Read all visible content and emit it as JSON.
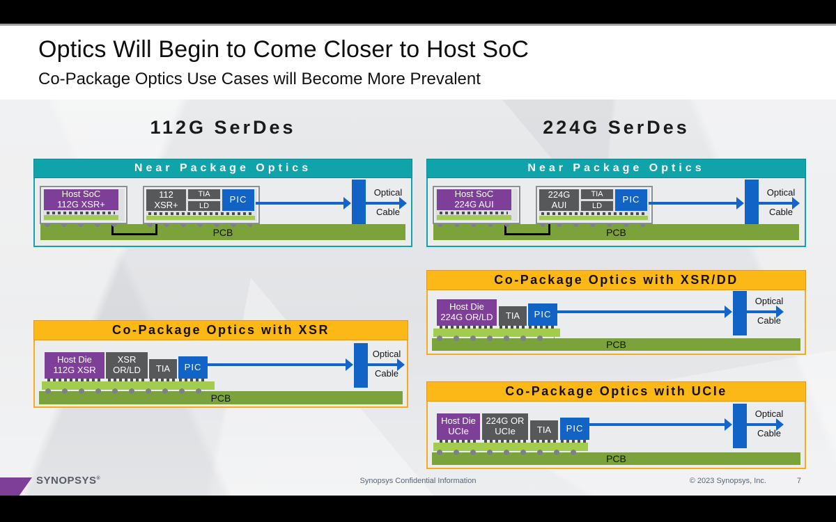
{
  "title": "Optics Will Begin to Come Closer to Host SoC",
  "subtitle": "Co-Package Optics Use Cases will Become More Prevalent",
  "columns": {
    "left": "112G SerDes",
    "right": "224G SerDes"
  },
  "common": {
    "pcb": "PCB",
    "tia": "TIA",
    "ld": "LD",
    "pic": "PIC",
    "optical1": "Optical",
    "optical2": "Cable"
  },
  "npo112": {
    "header": "Near Package Optics",
    "host1": "Host SoC",
    "host2": "112G XSR+",
    "ser1": "112",
    "ser2": "XSR+"
  },
  "npo224": {
    "header": "Near Package Optics",
    "host1": "Host SoC",
    "host2": "224G AUI",
    "ser1": "224G",
    "ser2": "AUI"
  },
  "cpoxsr": {
    "header": "Co-Package Optics with XSR",
    "host1": "Host Die",
    "host2": "112G XSR",
    "c21": "XSR",
    "c22": "OR/LD"
  },
  "cpoxsrdd": {
    "header": "Co-Package Optics with XSR/DD",
    "host1": "Host Die",
    "host2": "224G OR/LD"
  },
  "cpoucie": {
    "header": "Co-Package Optics with UCIe",
    "host1": "Host Die",
    "host2": "UCIe",
    "c21": "224G OR",
    "c22": "UCIe"
  },
  "footer": {
    "logo": "synopsys",
    "reg": "®",
    "confidential": "Synopsys Confidential Information",
    "copyright": "© 2023 Synopsys, Inc.",
    "page": "7"
  },
  "colors": {
    "teal_header": "#10A3A9",
    "gold_header": "#FBB816",
    "gold_border": "#F2AC1E",
    "chip_purple": "#7D3F98",
    "chip_gray": "#57585A",
    "optical_blue": "#1263C6",
    "pcb_green": "#7CA23C",
    "substrate_green": "#A3CC4E",
    "logo_purple": "#7D3F98"
  }
}
